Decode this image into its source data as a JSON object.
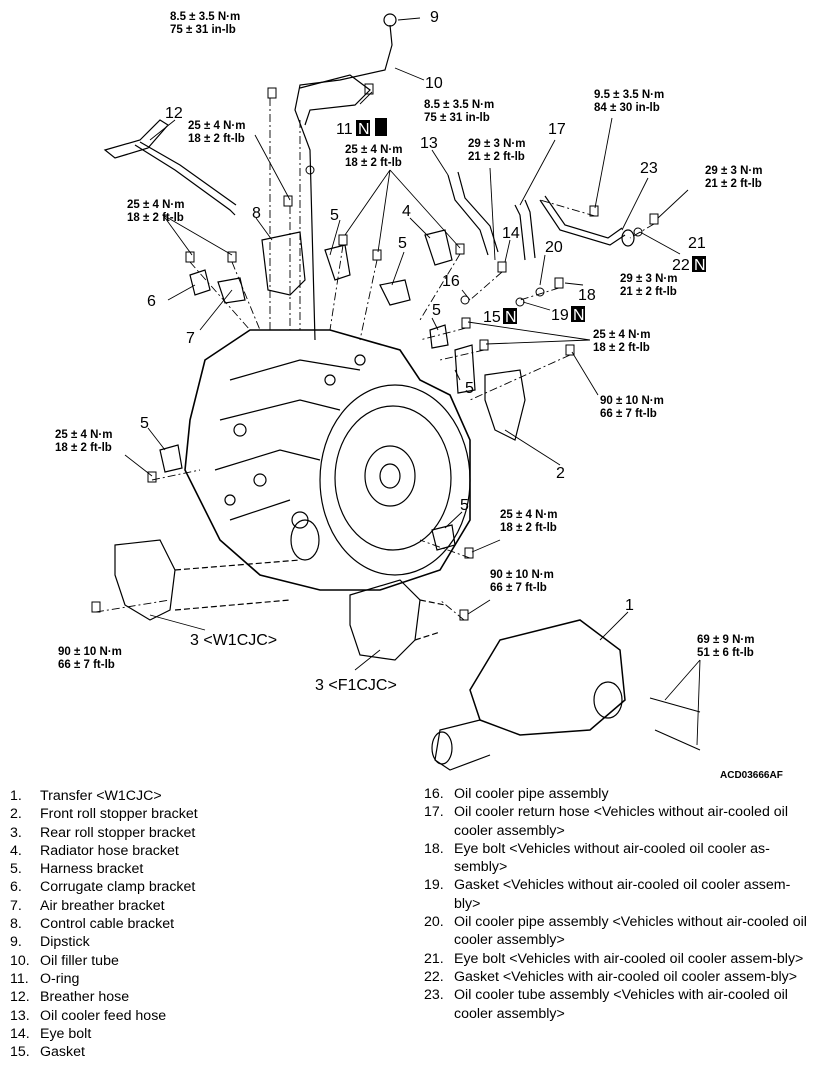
{
  "diagram_code": "ACD03666AF",
  "callouts": {
    "c1": "1",
    "c2": "2",
    "c3a": "3 <W1CJC>",
    "c3b": "3 <F1CJC>",
    "c4": "4",
    "c5a": "5",
    "c5b": "5",
    "c5c": "5",
    "c5d": "5",
    "c5e": "5",
    "c5f": "5",
    "c6": "6",
    "c7": "7",
    "c8": "8",
    "c9": "9",
    "c10": "10",
    "c11": "11",
    "c12": "12",
    "c13": "13",
    "c14": "14",
    "c15": "15",
    "c16": "16",
    "c17": "17",
    "c18": "18",
    "c19": "19",
    "c20": "20",
    "c21": "21",
    "c22": "22",
    "c23": "23",
    "n_mark": "N"
  },
  "torques": {
    "t_dip_top": [
      "8.5 ± 3.5 N·m",
      "75 ± 31 in-lb"
    ],
    "t_filler": [
      "8.5 ± 3.5 N·m",
      "75 ± 31 in-lb"
    ],
    "t_left_top": [
      "25 ± 4 N·m",
      "18 ± 2 ft-lb"
    ],
    "t_mid_top": [
      "25 ± 4 N·m",
      "18 ± 2 ft-lb"
    ],
    "t_left_mid": [
      "25 ± 4 N·m",
      "18 ± 2 ft-lb"
    ],
    "t_eye14": [
      "29 ± 3 N·m",
      "21 ± 2 ft-lb"
    ],
    "t_right_top": [
      "9.5 ± 3.5 N·m",
      "84 ± 30 in-lb"
    ],
    "t_eye21": [
      "29 ± 3 N·m",
      "21 ± 2 ft-lb"
    ],
    "t_eye18": [
      "29 ± 3 N·m",
      "21 ± 2 ft-lb"
    ],
    "t_bracket5": [
      "25 ± 4 N·m",
      "18 ± 2 ft-lb"
    ],
    "t_front90": [
      "90 ± 10 N·m",
      "66 ± 7 ft-lb"
    ],
    "t_left25": [
      "25 ± 4 N·m",
      "18 ± 2 ft-lb"
    ],
    "t_lower25": [
      "25 ± 4 N·m",
      "18 ± 2 ft-lb"
    ],
    "t_lower90": [
      "90 ± 10 N·m",
      "66 ± 7 ft-lb"
    ],
    "t_w1cjc90": [
      "90 ± 10 N·m",
      "66 ± 7 ft-lb"
    ],
    "t_transfer": [
      "69 ± 9 N·m",
      "51 ± 6 ft-lb"
    ]
  },
  "legend_left": [
    {
      "num": "1.",
      "text": "Transfer <W1CJC>"
    },
    {
      "num": "2.",
      "text": "Front roll stopper bracket"
    },
    {
      "num": "3.",
      "text": "Rear roll stopper bracket"
    },
    {
      "num": "4.",
      "text": "Radiator hose bracket"
    },
    {
      "num": "5.",
      "text": "Harness bracket"
    },
    {
      "num": "6.",
      "text": "Corrugate clamp bracket"
    },
    {
      "num": "7.",
      "text": "Air breather bracket"
    },
    {
      "num": "8.",
      "text": "Control cable bracket"
    },
    {
      "num": "9.",
      "text": "Dipstick"
    },
    {
      "num": "10.",
      "text": "Oil filler tube"
    },
    {
      "num": "11.",
      "text": "O-ring"
    },
    {
      "num": "12.",
      "text": "Breather hose"
    },
    {
      "num": "13.",
      "text": "Oil cooler feed hose"
    },
    {
      "num": "14.",
      "text": "Eye bolt"
    },
    {
      "num": "15.",
      "text": "Gasket"
    }
  ],
  "legend_right": [
    {
      "num": "16.",
      "text": "Oil cooler pipe assembly"
    },
    {
      "num": "17.",
      "text": "Oil cooler return hose <Vehicles without air-cooled oil cooler assembly>"
    },
    {
      "num": "18.",
      "text": "Eye bolt <Vehicles without air-cooled oil cooler as-sembly>"
    },
    {
      "num": "19.",
      "text": "Gasket <Vehicles without air-cooled oil cooler assem-bly>"
    },
    {
      "num": "20.",
      "text": "Oil cooler pipe assembly <Vehicles without air-cooled oil cooler assembly>"
    },
    {
      "num": "21.",
      "text": "Eye bolt <Vehicles with air-cooled oil cooler assem-bly>"
    },
    {
      "num": "22.",
      "text": "Gasket <Vehicles with air-cooled oil cooler assem-bly>"
    },
    {
      "num": "23.",
      "text": "Oil cooler tube assembly <Vehicles with air-cooled oil cooler assembly>"
    }
  ]
}
